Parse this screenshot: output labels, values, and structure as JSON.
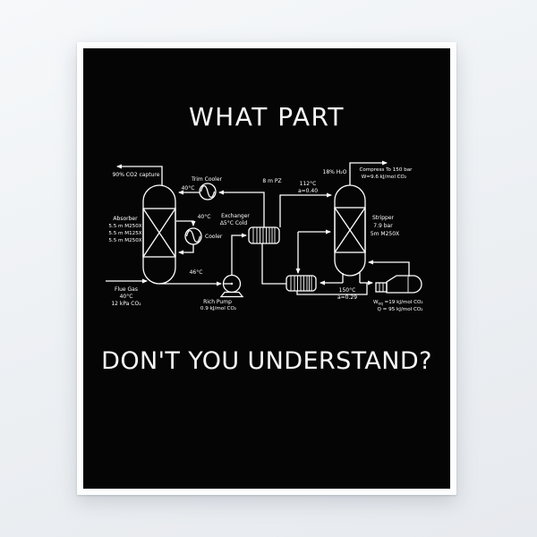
{
  "poster": {
    "top_title": "WHAT PART",
    "bottom_title": "DON'T YOU UNDERSTAND?",
    "colors": {
      "wall": "#eef1f4",
      "paper": "#fdfdfd",
      "print": "#050505",
      "ink": "#ffffff"
    }
  },
  "diagram": {
    "capture": "90% CO2 capture",
    "absorber": {
      "name": "Absorber",
      "packing": [
        "5.5 m M250X",
        "5.5 m M125X",
        "5.5 m M250X"
      ]
    },
    "flue_gas": {
      "name": "Flue Gas",
      "temp": "40°C",
      "pressure": "12 kPa CO₂"
    },
    "trim_cooler": {
      "name": "Trim Cooler",
      "temp": "40°C"
    },
    "intercooler": {
      "name": "Cooler",
      "temp": "40°C"
    },
    "exchanger": {
      "name": "Exchanger",
      "approach": "Δ5°C Cold"
    },
    "solvent": "8 m PZ",
    "stripper_feed": {
      "temp": "112°C",
      "loading": "a=0.40"
    },
    "rich_pump": {
      "temp": "46°C",
      "name": "Rich Pump",
      "work": "0.9 kJ/mol CO₂"
    },
    "overhead": {
      "water": "18% H₂O",
      "compress": "Compress To 150 bar",
      "work": "W=9.6 kJ/mol CO₂"
    },
    "stripper": {
      "name": "Stripper",
      "pressure": "7.9 bar",
      "packing": "5m M250X"
    },
    "bottoms": {
      "temp": "150°C",
      "loading": "a=0.29"
    },
    "energy": {
      "w_prefix": "W",
      "w_sub": "eq",
      "w_value": " =19 kJ/mol CO₂",
      "heat_duty": "Q = 95 kJ/mol CO₂"
    }
  }
}
